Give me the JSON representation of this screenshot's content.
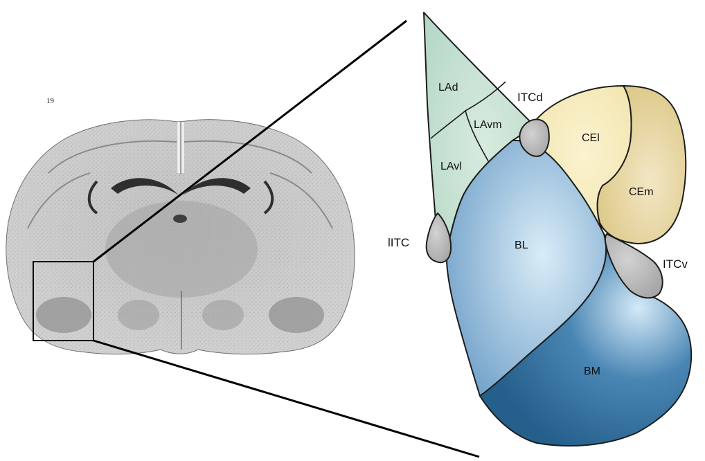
{
  "section_number": "19",
  "colors": {
    "lateral_nucleus": "#b6d8c6",
    "lateral_nucleus_light": "#d7ebdf",
    "central_lateral": "#f1e4ad",
    "central_medial": "#d9c47f",
    "basolateral": "#6f9fc8",
    "basolateral_light": "#d9ecf7",
    "basomedial": "#4a86b4",
    "basomedial_dark": "#255f8c",
    "intercalated": "#a6a6a6",
    "outline": "#1c1c1c"
  },
  "regions": {
    "lad": "LAd",
    "lavm": "LAvm",
    "lavl": "LAvl",
    "cel": "CEl",
    "cem": "CEm",
    "bl": "BL",
    "bm": "BM"
  },
  "intercalated_labels": {
    "dorsal": "ITCd",
    "lateral": "lITC",
    "ventral": "ITCv"
  }
}
